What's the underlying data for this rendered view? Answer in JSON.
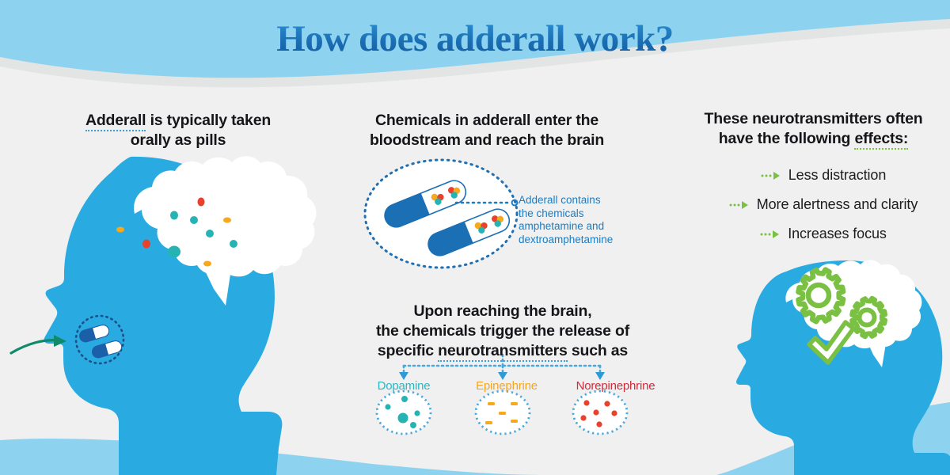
{
  "title": "How does adderall work?",
  "palette": {
    "banner_blue": "#8dd3ef",
    "head_blue": "#29abe2",
    "title_blue": "#1b6fb5",
    "accent_blue": "#1a7dc4",
    "dotted_blue": "#3aa0dc",
    "green": "#7ac143",
    "teal": "#26b3b3",
    "orange": "#f7a81b",
    "red": "#e8412c",
    "arrow_green": "#0f8a6a",
    "background": "#f0f0f0"
  },
  "columns": {
    "left": {
      "heading_part1": "Adderall",
      "heading_part2": " is typically taken",
      "heading_line2": "orally as pills",
      "illustration": "head-with-brain-and-pills-in-mouth"
    },
    "middle": {
      "heading_line1": "Chemicals in adderall enter the",
      "heading_line2": "bloodstream and reach the brain",
      "capsule_note": [
        "Adderall contains",
        "the chemicals",
        "amphetamine and",
        "dextroamphetamine"
      ],
      "paragraph_line1": "Upon reaching the brain,",
      "paragraph_line2": "the chemicals trigger the release of",
      "paragraph_line3_pre": "specific ",
      "paragraph_line3_underlined": "neurotransmitters",
      "paragraph_line3_post": " such as",
      "neurotransmitters": [
        {
          "name": "Dopamine",
          "color": "#29b8c4"
        },
        {
          "name": "Epinephrine",
          "color": "#f5a623"
        },
        {
          "name": "Norepinephrine",
          "color": "#d02c3a"
        }
      ]
    },
    "right": {
      "heading_line1": "These neurotransmitters often",
      "heading_line2_pre": "have the following ",
      "heading_line2_underlined": "effects:",
      "effects": [
        "Less distraction",
        "More alertness and clarity",
        "Increases focus"
      ],
      "illustration": "head-with-gears-and-checkmark"
    }
  }
}
